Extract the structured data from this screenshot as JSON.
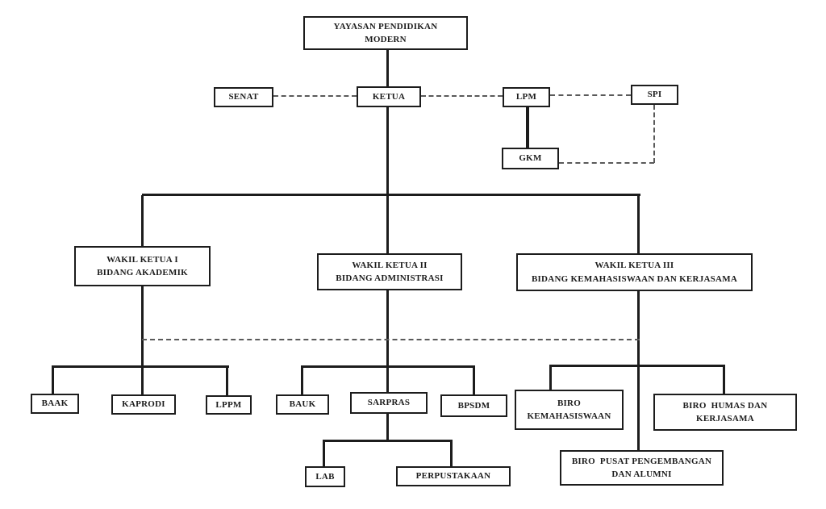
{
  "colors": {
    "background": "#ffffff",
    "box_border": "#1c1c1c",
    "text": "#1c1c1c",
    "solid_line": "#1c1c1c",
    "dashed_line": "#5a5a5a"
  },
  "nodes": {
    "yayasan": {
      "line1": "YAYASAN PENDIDIKAN",
      "line2": "MODERN"
    },
    "senat": {
      "label": "SENAT"
    },
    "ketua": {
      "label": "KETUA"
    },
    "lpm": {
      "label": "LPM"
    },
    "spi": {
      "label": "SPI"
    },
    "gkm": {
      "label": "GKM"
    },
    "wakil1": {
      "line1": "WAKIL KETUA I",
      "line2": "BIDANG AKADEMIK"
    },
    "wakil2": {
      "line1": "WAKIL KETUA II",
      "line2": "BIDANG ADMINISTRASI"
    },
    "wakil3": {
      "line1": "WAKIL KETUA III",
      "line2": "BIDANG KEMAHASISWAAN DAN KERJASAMA"
    },
    "baak": {
      "label": "BAAK"
    },
    "kaprodi": {
      "label": "KAPRODI"
    },
    "lppm": {
      "label": "LPPM"
    },
    "bauk": {
      "label": "BAUK"
    },
    "sarpras": {
      "label": "SARPRAS"
    },
    "bpsdm": {
      "label": "BPSDM"
    },
    "biro_kemahasiswaan": {
      "line1": "BIRO",
      "line2": "KEMAHASISWAAN"
    },
    "biro_humas": {
      "line1": "BIRO  HUMAS DAN",
      "line2": "KERJASAMA"
    },
    "lab": {
      "label": "LAB"
    },
    "perpustakaan": {
      "label": "PERPUSTAKAAN"
    },
    "biro_pusat": {
      "line1": "BIRO  PUSAT PENGEMBANGAN",
      "line2": "DAN ALUMNI"
    }
  }
}
